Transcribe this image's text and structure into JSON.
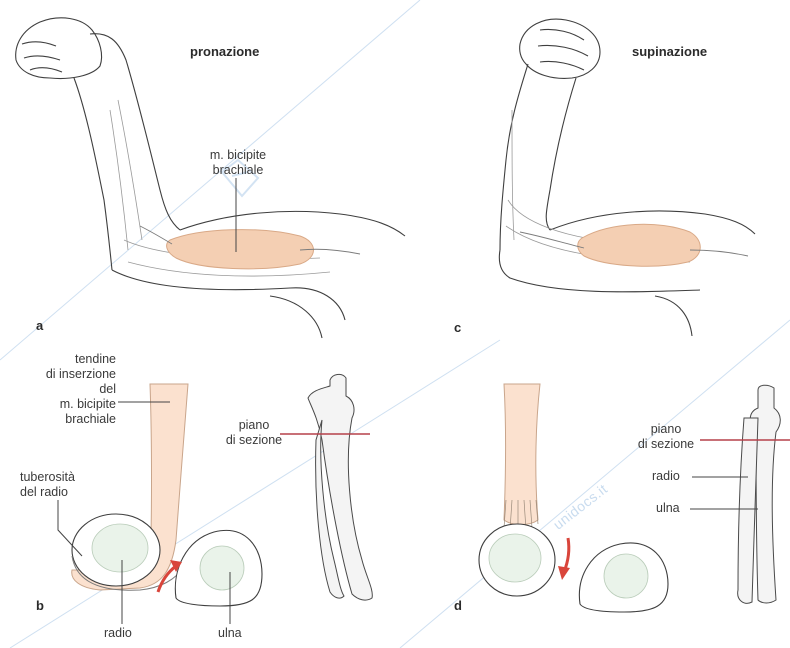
{
  "titles": {
    "pronation": "pronazione",
    "supination": "supinazione"
  },
  "panels": {
    "a": "a",
    "b": "b",
    "c": "c",
    "d": "d"
  },
  "labels": {
    "biceps_line1": "m. bicipite",
    "biceps_line2": "brachiale",
    "tendon_line1": "tendine",
    "tendon_line2": "di inserzione",
    "tendon_line3": "del",
    "tendon_line4": "m. bicipite",
    "tendon_line5": "brachiale",
    "tuberosity_line1": "tuberosità",
    "tuberosity_line2": "del radio",
    "radio_b": "radio",
    "ulna_b": "ulna",
    "plane_b_line1": "piano",
    "plane_b_line2": "di sezione",
    "plane_d_line1": "piano",
    "plane_d_line2": "di sezione",
    "radio_d": "radio",
    "ulna_d": "ulna"
  },
  "watermark": {
    "text": "unidocs.it"
  },
  "colors": {
    "muscle": "#f4cfb3",
    "muscle_stroke": "#d9a987",
    "plane_line": "#b5404a",
    "arrow": "#d9453b",
    "watermark": "#c9dcef",
    "leader": "#444444"
  }
}
